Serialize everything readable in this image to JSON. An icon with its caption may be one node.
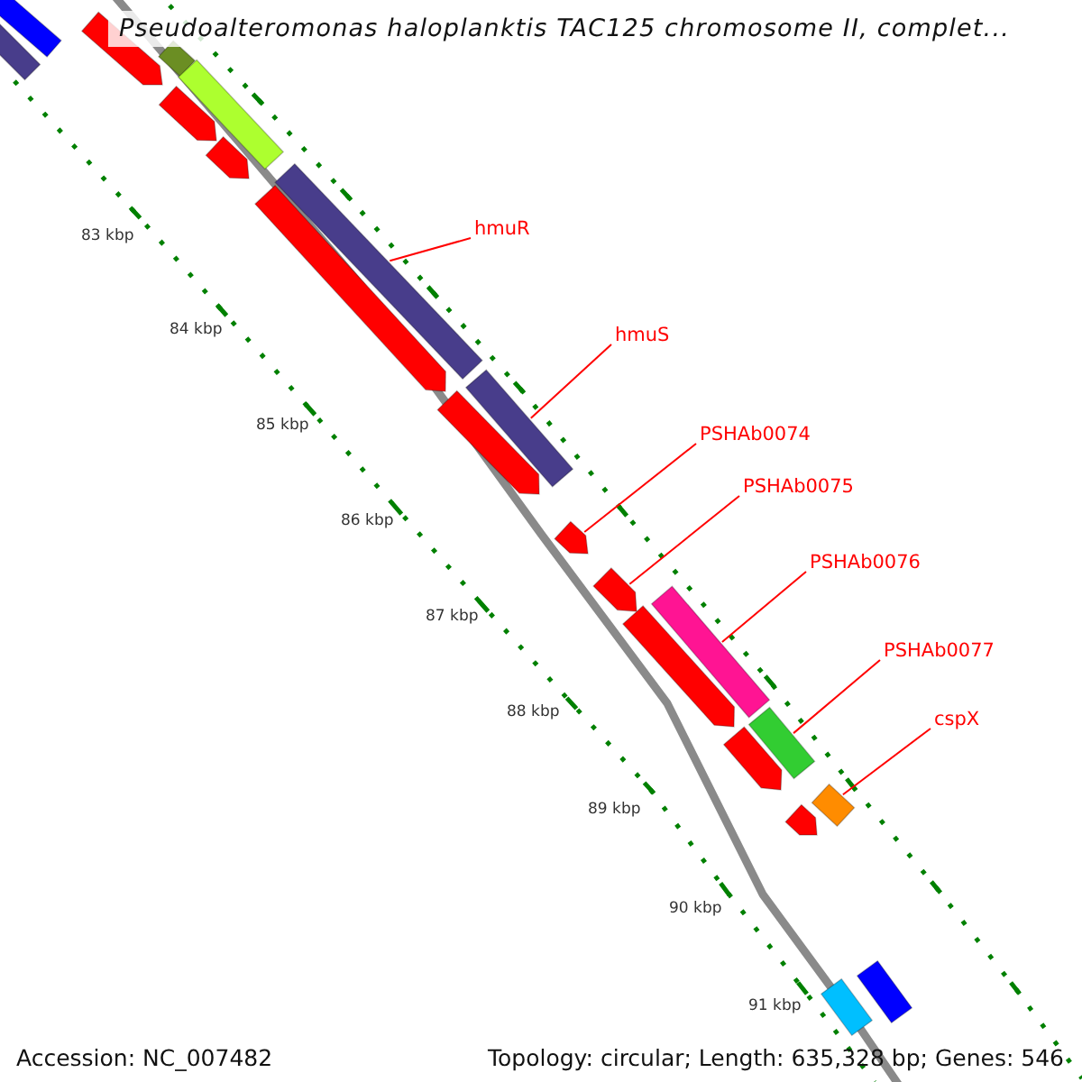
{
  "diagram": {
    "title": "Pseudoalteromonas haloplanktis TAC125 chromosome II, complet...",
    "nodes": [
      {
        "text": [],
        "shape": "bar"
      },
      {
        "text": [],
        "shape": "bar"
      },
      {
        "text": [],
        "shape": "bar"
      },
      {
        "text": [],
        "shape": "bar"
      },
      {
        "text": [],
        "shape": "bar"
      },
      {
        "text": [],
        "shape": "bar"
      },
      {
        "text": [],
        "shape": "bar"
      },
      {
        "text": [],
        "shape": "bar"
      },
      {
        "text": [],
        "shape": "bar"
      },
      {
        "text": [],
        "shape": "bar"
      },
      {
        "text": [],
        "shape": "bar"
      },
      {
        "text": [],
        "shape": "bar"
      },
      {
        "text": [],
        "shape": "bar"
      },
      {
        "text": [],
        "shape": "bar"
      },
      {
        "text": [],
        "shape": "bar"
      },
      {
        "text": [],
        "shape": "bar"
      },
      {
        "text": [],
        "shape": "bar"
      },
      {
        "text": [],
        "shape": "bar"
      },
      {
        "text": [],
        "shape": "bar"
      },
      {
        "text": [],
        "shape": "bar"
      },
      {
        "text": [],
        "shape": "bar"
      },
      {
        "text": [
          "hmuR"
        ]
      },
      {
        "text": [
          "hmuS"
        ]
      },
      {
        "text": [
          "PSHAb0074"
        ]
      },
      {
        "text": [
          "PSHAb0075"
        ]
      },
      {
        "text": [
          "PSHAb0076"
        ]
      },
      {
        "text": [
          "PSHAb0077"
        ]
      },
      {
        "text": [
          "cspX"
        ]
      }
    ],
    "edges": [
      {
        "from": 21,
        "to": 7,
        "arrow": "none"
      },
      {
        "from": 22,
        "to": 9,
        "arrow": "none"
      },
      {
        "from": 23,
        "to": 11,
        "arrow": "none"
      },
      {
        "from": 24,
        "to": 12,
        "arrow": "none"
      },
      {
        "from": 25,
        "to": 13,
        "arrow": "none"
      },
      {
        "from": 26,
        "to": 15,
        "arrow": "none"
      },
      {
        "from": 27,
        "to": 17,
        "arrow": "none"
      }
    ],
    "labels": [
      "83 kbp",
      "84 kbp",
      "85 kbp",
      "86 kbp",
      "87 kbp",
      "88 kbp",
      "89 kbp",
      "90 kbp",
      "91 kbp",
      "Accession: NC_007482",
      "Topology: circular; Length: 635,328 bp; Genes: 546"
    ]
  }
}
